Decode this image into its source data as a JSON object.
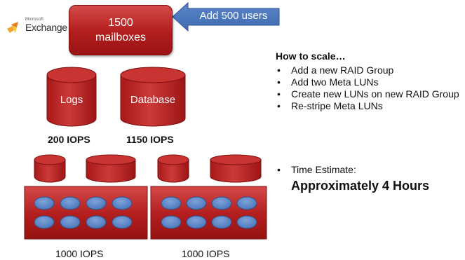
{
  "logo": {
    "small": "Microsoft",
    "big": "Exchange"
  },
  "mailboxes": {
    "line1": "1500",
    "line2": "mailboxes"
  },
  "arrow": {
    "label": "Add 500 users"
  },
  "logs": {
    "label": "Logs",
    "iops": "200 IOPS"
  },
  "database": {
    "label": "Database",
    "iops": "1150 IOPS"
  },
  "raid_groups": [
    {
      "iops": "1000 IOPS"
    },
    {
      "iops": "1000 IOPS"
    }
  ],
  "panel": {
    "title": "How to scale…",
    "bullets": [
      "Add a new RAID Group",
      "Add two Meta LUNs",
      "Create new LUNs on new RAID Group",
      "Re-stripe Meta LUNs"
    ],
    "time_label": "Time Estimate:",
    "time_value": "Approximately 4 Hours"
  },
  "colors": {
    "red": "#b21d1d",
    "disk_blue": "#5b86c8",
    "arrow_blue": "#4f74b4"
  },
  "icons": {
    "logo": "exchange-logo-icon",
    "bullet": "bullet-icon"
  }
}
